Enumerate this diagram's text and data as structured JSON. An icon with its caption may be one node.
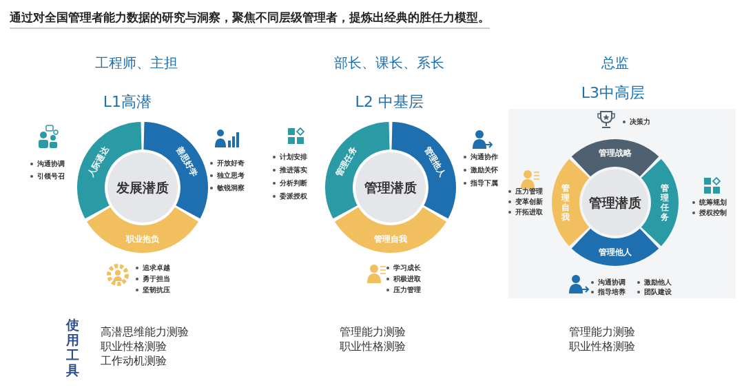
{
  "diagram": {
    "title": "通过对全国管理者能力数据的研究与洞察，聚焦不同层级管理者，提炼出经典的胜任力模型。",
    "nodes": [
      {
        "text": [
          "发展潜质"
        ]
      },
      {
        "text": [
          "人际通达"
        ]
      },
      {
        "text": [
          "善思好学"
        ]
      },
      {
        "text": [
          "职业抱负"
        ]
      },
      {
        "text": [
          "管理潜质"
        ]
      },
      {
        "text": [
          "管理任务"
        ]
      },
      {
        "text": [
          "管理他人"
        ]
      },
      {
        "text": [
          "管理自我"
        ]
      },
      {
        "text": [
          "管理潜质"
        ]
      },
      {
        "text": [
          "管理战略"
        ]
      },
      {
        "text": [
          "管理任务"
        ]
      },
      {
        "text": [
          "管理他人"
        ]
      },
      {
        "text": [
          "管理自我"
        ]
      }
    ],
    "edges": [],
    "labels": [
      "工程师、主担",
      "部长、课长、系长",
      "总监",
      "L1高潜",
      "L2 中基层",
      "L3中高层",
      "沟通协调",
      "引领号召",
      "开放好奇",
      "独立思考",
      "敏锐洞察",
      "追求卓越",
      "勇于担当",
      "坚韧抗压",
      "计划安排",
      "推进落实",
      "分析判断",
      "委派授权",
      "沟通协作",
      "激励关怀",
      "指导下属",
      "学习成长",
      "积极进取",
      "压力管理",
      "决策力",
      "压力管理",
      "变革创新",
      "开拓进取",
      "统筹规划",
      "授权控制",
      "沟通协调",
      "激励他人",
      "指导培养",
      "团队建设",
      "使用工具",
      "高潜思维能力测验",
      "职业性格测验",
      "工作动机测验",
      "管理能力测验",
      "职业性格测验",
      "管理能力测验",
      "职业性格测验"
    ]
  }
}
